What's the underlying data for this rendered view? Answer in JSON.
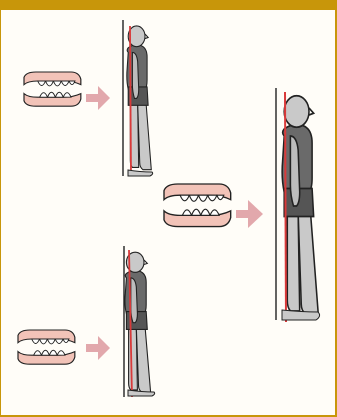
{
  "diagram": {
    "description_items": [
      {
        "name": "bite-top-left",
        "kind": "overbite"
      },
      {
        "name": "bite-center",
        "kind": "neutral"
      },
      {
        "name": "bite-bottom-left",
        "kind": "overjet"
      }
    ],
    "colors": {
      "frame": "#c8960a",
      "arrow": "#e2a8ac",
      "gum": "#f2c3b8",
      "gum_stroke": "#222222",
      "spine": "#d93a3a",
      "body_fill": "#c9c9c9",
      "shirt_fill": "#6a6a6a",
      "wall": "#222222"
    }
  }
}
